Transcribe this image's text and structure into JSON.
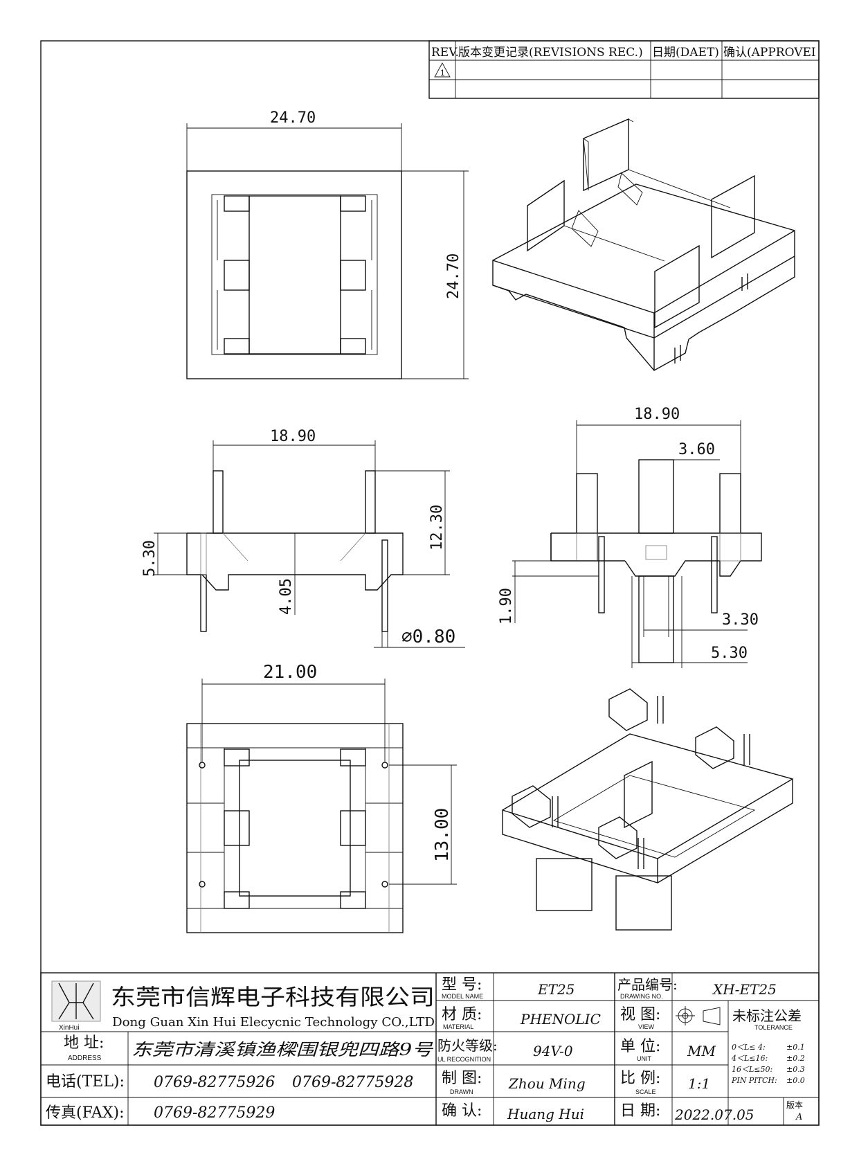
{
  "revision_table": {
    "rev_header": "REV.",
    "records_header": "版本变更记录(REVISIONS REC.)",
    "date_header": "日期(DAET)",
    "approve_header": "确认(APPROVEI",
    "rev_mark": "1"
  },
  "dimensions": {
    "top_width": "24.70",
    "top_height": "24.70",
    "front_width": "18.90",
    "front_height": "12.30",
    "front_base": "5.30",
    "front_slot": "4.05",
    "pin_dia": "∅0.80",
    "side_width": "18.90",
    "side_center": "3.60",
    "side_foot": "1.90",
    "side_slot": "3.30",
    "side_slot_outer": "5.30",
    "bottom_width": "21.00",
    "bottom_height": "13.00"
  },
  "title_block": {
    "company_cn": "东莞市信辉电子科技有限公司",
    "company_en": "Dong Guan Xin Hui Elecycnic Technology CO.,LTD",
    "logo_text": "XinHui",
    "address_label_cn": "地  址:",
    "address_label_en": "ADDRESS",
    "address_value": "东莞市清溪镇渔樑围银兜四路9号",
    "tel_label": "电话(TEL):",
    "tel_value_1": "0769-82775926",
    "tel_value_2": "0769-82775928",
    "fax_label": "传真(FAX):",
    "fax_value": "0769-82775929",
    "model_label_cn": "型  号:",
    "model_label_en": "MODEL NAME",
    "model_value": "ET25",
    "material_label_cn": "材  质:",
    "material_label_en": "MATERIAL",
    "material_value": "PHENOLIC",
    "ul_label_cn": "防火等级:",
    "ul_label_en": "UL RECOGNITION",
    "ul_value": "94V-0",
    "drawn_label_cn": "制  图:",
    "drawn_label_en": "DRAWN",
    "drawn_value": "Zhou Ming",
    "check_label_cn": "确  认:",
    "check_value": "Huang Hui",
    "drawing_no_label_cn": "产品编号:",
    "drawing_no_label_en": "DRAWING NO.",
    "drawing_no_value": "XH-ET25",
    "view_label_cn": "视  图:",
    "view_label_en": "VIEW",
    "unit_label_cn": "单  位:",
    "unit_label_en": "UNIT",
    "unit_value": "MM",
    "scale_label_cn": "比  例:",
    "scale_label_en": "SCALE",
    "scale_value": "1:1",
    "date_label_cn": "日  期:",
    "date_value": "2022.07.05",
    "tolerance_label_cn": "未标注公差",
    "tolerance_label_en": "TOLERANCE",
    "tol_1": "0＜L≤ 4:",
    "tol_1v": "±0.1",
    "tol_2": "4＜L≤16:",
    "tol_2v": "±0.2",
    "tol_3": "16＜L≤50:",
    "tol_3v": "±0.3",
    "tol_4": "PIN PITCH:",
    "tol_4v": "±0.0",
    "version_label": "版本",
    "version_value": "A"
  }
}
